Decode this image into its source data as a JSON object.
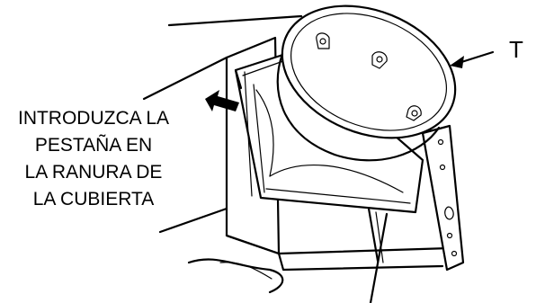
{
  "figure": {
    "callout": {
      "lines": [
        "INTRODUZCA LA",
        "PESTAÑA EN",
        "LA RANURA DE",
        "LA CUBIERTA"
      ]
    },
    "label_t": "T",
    "colors": {
      "stroke": "#000000",
      "background": "#ffffff"
    }
  }
}
